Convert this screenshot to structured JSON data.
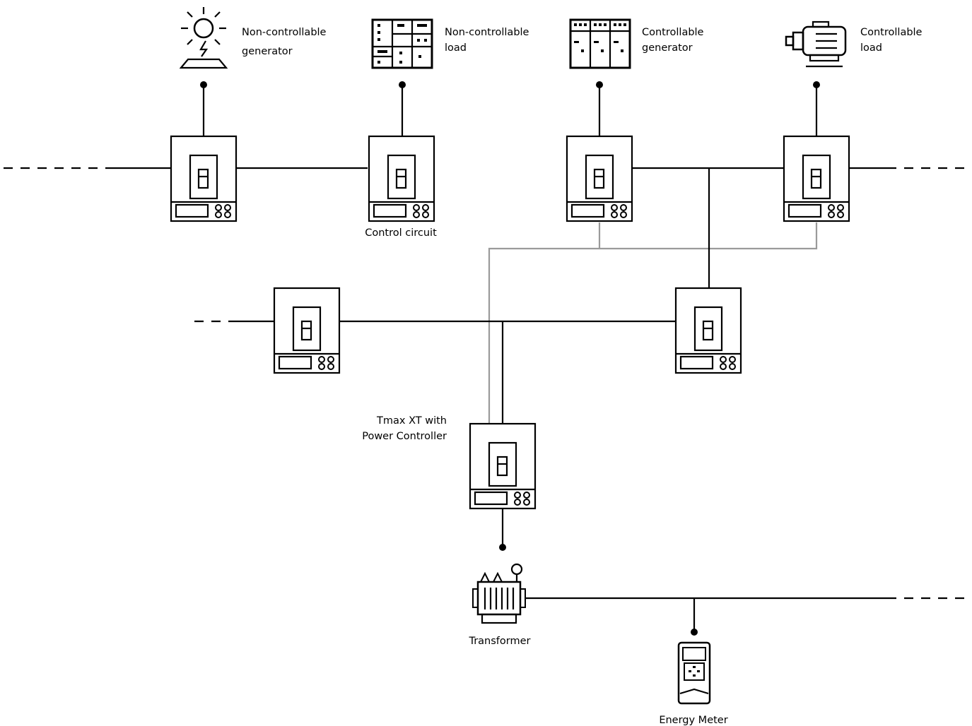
{
  "labels": {
    "non_controllable_generator": [
      "Non-controllable",
      "generator"
    ],
    "non_controllable_load": [
      "Non-controllable",
      "load"
    ],
    "controllable_generator": [
      "Controllable",
      "generator"
    ],
    "controllable_load": [
      "Controllable",
      "load"
    ],
    "control_circuit": "Control circuit",
    "tmax": [
      "Tmax XT with",
      "Power Controller"
    ],
    "transformer": "Transformer",
    "energy_meter": "Energy Meter"
  },
  "icons": {
    "sun": "solar-panel-icon",
    "cabinet": "switchgear-cabinet-icon",
    "inverter": "inverter-cabinet-icon",
    "motor": "electric-motor-icon",
    "breaker": "circuit-breaker-icon",
    "transformer": "transformer-icon",
    "meter": "energy-meter-icon"
  },
  "colors": {
    "power_line": "#000000",
    "control_line": "#9a9a9a"
  }
}
